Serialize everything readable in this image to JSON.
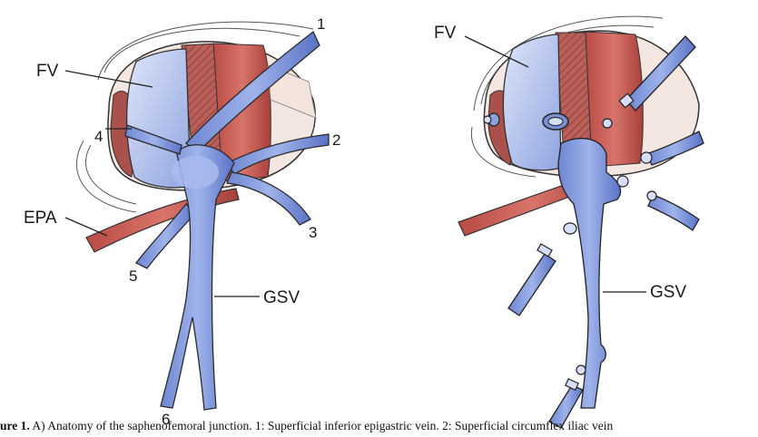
{
  "left_panel": {
    "labels": {
      "fv": "FV",
      "epa": "EPA",
      "gsv": "GSV"
    },
    "numbers": [
      "1",
      "2",
      "3",
      "4",
      "5",
      "6"
    ]
  },
  "right_panel": {
    "labels": {
      "fv": "FV",
      "gsv": "GSV"
    }
  },
  "caption": {
    "prefix": "ure 1.",
    "text": " A) Anatomy of the saphenofemoral junction. 1: Superficial inferior epigastric vein. 2: Superficial circumflex iliac vein"
  },
  "colors": {
    "vein": "#8aa2de",
    "vein_dark": "#4b62b8",
    "artery": "#c9524a",
    "artery_dark": "#8e2f2b",
    "muscle": "#b8645d",
    "outline": "#2a2a2a"
  }
}
